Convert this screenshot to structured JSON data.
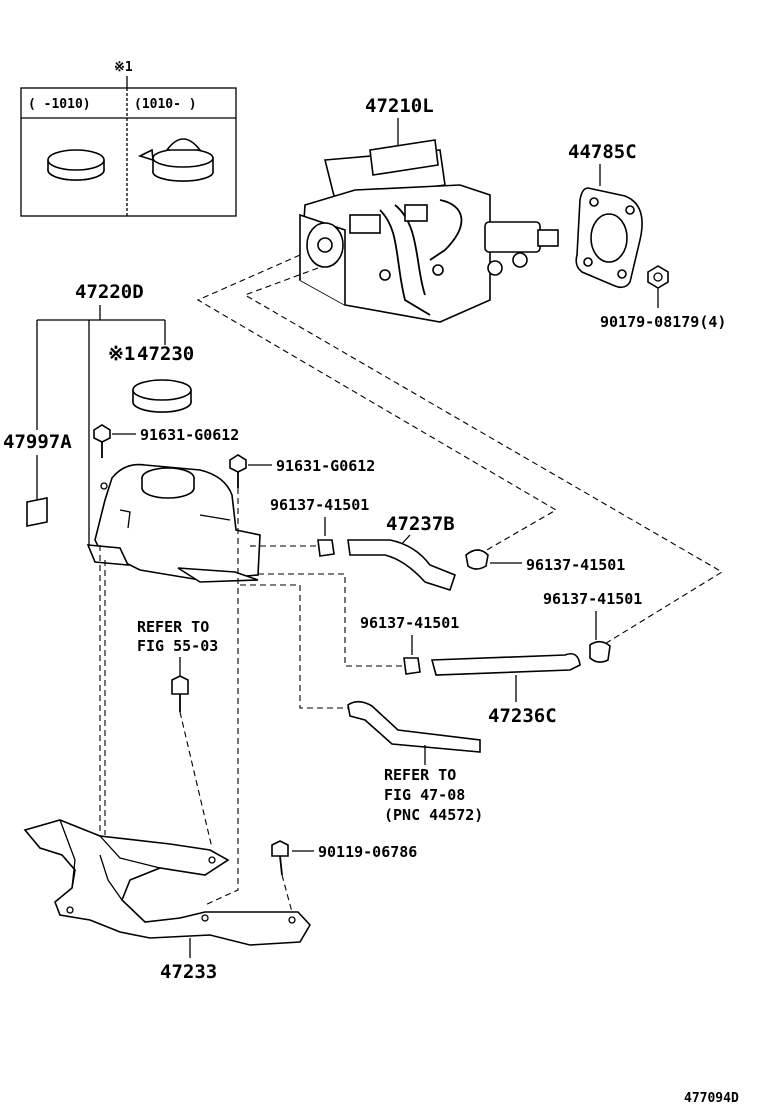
{
  "note_symbol": "※1",
  "variant_table": {
    "col1_header": "(   -1010)",
    "col2_header": "(1010-   )"
  },
  "parts": {
    "booster_master_cylinder": "47210L",
    "gasket": "44785C",
    "nut": "90179-08179(4)",
    "reservoir_assy": "47220D",
    "reservoir_cap": "47230",
    "label_plate": "47997A",
    "bolt_upper_left": "91631-G0612",
    "bolt_upper_right": "91631-G0612",
    "clip_upper": "96137-41501",
    "hose_upper": "47237B",
    "clip_right_upper": "96137-41501",
    "clip_right_lower": "96137-41501",
    "clip_middle": "96137-41501",
    "hose_lower": "47236C",
    "bolt_lower": "90119-06786",
    "bracket": "47233"
  },
  "refer_notes": {
    "fig_55_line1": "REFER TO",
    "fig_55_line2": "FIG 55-03",
    "fig_47_line1": "REFER TO",
    "fig_47_line2": "FIG 47-08",
    "fig_47_line3": "(PNC 44572)"
  },
  "illustration_id": "477094D"
}
